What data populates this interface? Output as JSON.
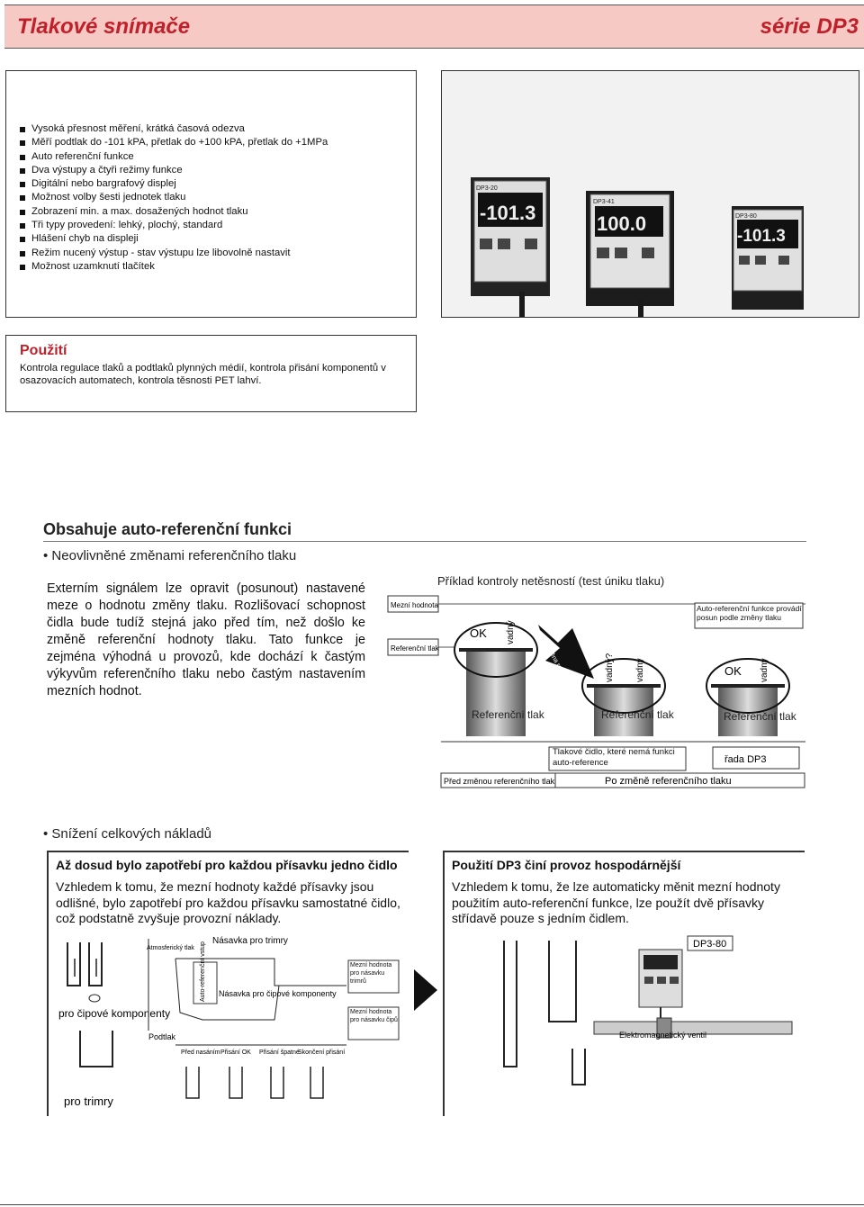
{
  "header": {
    "left": "Tlakové snímače",
    "right": "série DP3"
  },
  "features": [
    "Vysoká přesnost měření, krátká časová odezva",
    "Měří podtlak do -101 kPA, přetlak do +100 kPA, přetlak do +1MPa",
    "Auto referenční funkce",
    "Dva výstupy a čtyři režimy funkce",
    "Digitální nebo bargrafový displej",
    "Možnost volby šesti jednotek tlaku",
    "Zobrazení min. a max. dosažených hodnot tlaku",
    "Tři typy provedení: lehký, plochý, standard",
    "Hlášení chyb na displeji",
    "Režim nucený výstup - stav výstupu lze libovolně nastavit",
    "Možnost uzamknutí tlačítek"
  ],
  "product_photo": {
    "devices": [
      {
        "model": "DP3-20",
        "display": "-101.3"
      },
      {
        "model": "DP3-41",
        "display": "100.0"
      },
      {
        "model": "DP3-80",
        "display": "-101.3"
      }
    ]
  },
  "usage": {
    "title": "Použití",
    "body": "Kontrola regulace tlaků a podtlaků plynných médií, kontrola přisání komponentů v osazovacích automatech, kontrola těsnosti PET lahví."
  },
  "auto_ref": {
    "title": "Obsahuje auto-referenční funkci",
    "bullet": "Neovlivněné změnami referenčního tlaku",
    "paragraph": "Externím signálem lze opravit (posunout) nastavené meze o hodnotu změny tlaku. Rozlišovací schopnost čidla bude tudíž stejná jako před tím, než došlo ke změně referenční hodnoty tlaku. Tato funkce je zejména výhodná u provozů, kde dochází k častým výkyvům referenčního tlaku nebo častým nastavením mezních hodnot."
  },
  "diagram1": {
    "title": "Příklad kontroly netěsností (test úniku tlaku)",
    "limit_value": "Mezní hodnota",
    "ref_pressure": "Referenční tlak",
    "ok": "OK",
    "bad": "vadný",
    "bad_q": "vadný?",
    "ref_change": "Změna referenčního tlaku",
    "ref_label": "Referenční tlak",
    "auto_note": "Auto-referenční funkce provádí posun podle změny tlaku",
    "no_func": "Tlakové čidlo, které nemá funkci auto-reference",
    "dp3_series": "řada DP3",
    "before": "Před změnou referenčního tlaku",
    "after": "Po změně referenčního tlaku"
  },
  "savings": {
    "bullet": "Snížení celkových nákladů",
    "left_title": "Až dosud bylo zapotřebí pro každou přísavku jedno čidlo",
    "left_body": "Vzhledem k tomu, že mezní hodnoty každé přísavky jsou odlišné, bylo zapotřebí pro každou přísavku samostatné čidlo, což podstatně zvyšuje provozní náklady.",
    "right_title": "Použití DP3 činí provoz hospodárnější",
    "right_body": "Vzhledem k tomu, že lze automaticky měnit mezní hodnoty použitím auto-referenční funkce, lze použít dvě přísavky střídavě pouze s jedním čidlem.",
    "chip_components": "pro čipové komponenty",
    "trimmers": "pro trimry",
    "atmospheric": "Atmosferický tlak",
    "vacuum": "Podtlak",
    "nozzle_trimmer": "Násavka pro trimry",
    "nozzle_chip": "Násavka pro čipové komponenty",
    "auto_ref_input": "Auto-referenční vstup",
    "limit_trimmer": "Mezní hodnota pro násavku trimrů",
    "limit_chip": "Mezní hodnota pro násavku čipů",
    "before_suction": "Před nasáním",
    "suction_ok": "Přisání OK",
    "suction_bad": "Přisání špatné",
    "suction_end": "Skončení přisání",
    "model": "DP3-80",
    "valve": "Elektromagnetický ventil"
  }
}
